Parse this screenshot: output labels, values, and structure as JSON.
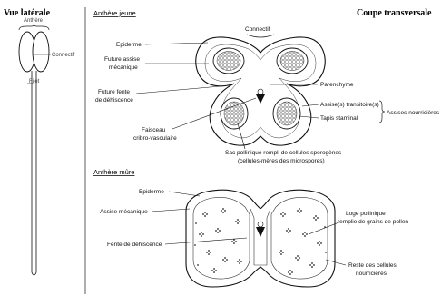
{
  "side_view": {
    "title": "Vue latérale",
    "anthere": "Anthère",
    "connectif": "Connectif",
    "filet": "Filet"
  },
  "cross_section": {
    "title": "Coupe transversale"
  },
  "young": {
    "title": "Anthère jeune",
    "connectif": "Connectif",
    "epiderme": "Epiderme",
    "future_assise_1": "Future assise",
    "future_assise_2": "mécanique",
    "parenchyme": "Parenchyme",
    "future_fente_1": "Future fente",
    "future_fente_2": "de déhiscence",
    "assises_transitoires": "Assise(s) transitoire(s)",
    "tapis": "Tapis staminal",
    "assises_nourricieres": "Assises nourricières",
    "faisceau_1": "Faisceau",
    "faisceau_2": "cribro-vasculaire",
    "sac_1": "Sac pollinique rempli de cellules sporogènes",
    "sac_2": "(cellules-mères des microspores)"
  },
  "mature": {
    "title": "Anthère mûre",
    "epiderme": "Epiderme",
    "assise_meca": "Assise mécanique",
    "fente": "Fente de déhiscence",
    "loge_1": "Loge pollinique",
    "loge_2": "remplie de grains de pollen",
    "reste_1": "Reste des cellules",
    "reste_2": "nourricières"
  }
}
